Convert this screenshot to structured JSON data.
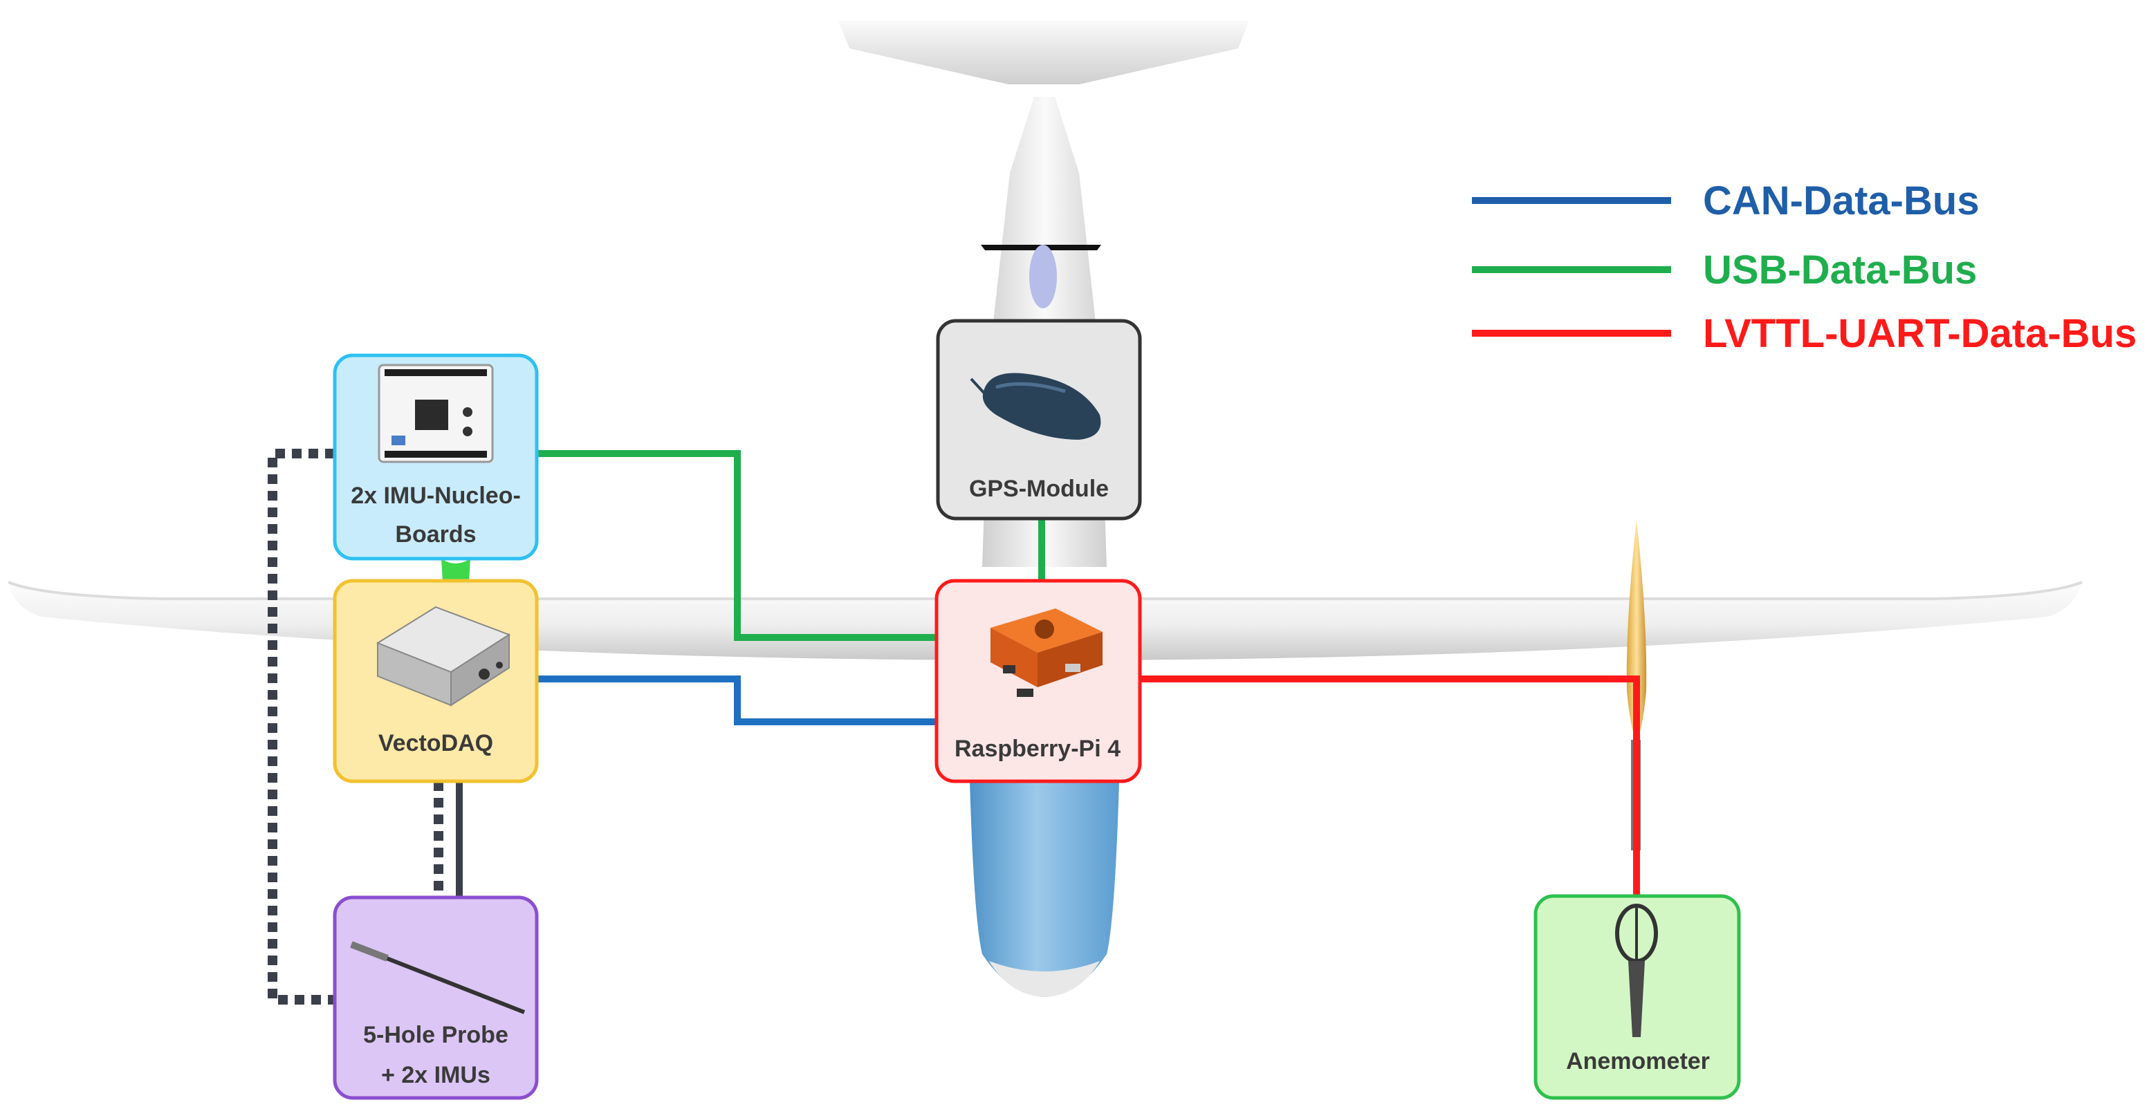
{
  "legend": [
    {
      "label": "CAN-Data-Bus",
      "color": "#1f5ea8"
    },
    {
      "label": "USB-Data-Bus",
      "color": "#1fae4e"
    },
    {
      "label": "LVTTL-UART-Data-Bus",
      "color": "#ff1a1a"
    }
  ],
  "nodes": {
    "imu": {
      "line1": "2x IMU-Nucleo-",
      "line2": "Boards",
      "fill": "#c8ecfb",
      "stroke": "#2ec0f2",
      "icon": "circuit-board-icon"
    },
    "vectodaq": {
      "line1": "VectoDAQ",
      "fill": "#fde9a8",
      "stroke": "#f2c12e",
      "icon": "daq-box-icon"
    },
    "probe": {
      "line1": "5-Hole Probe",
      "line2": "+ 2x IMUs",
      "fill": "#dcc6f5",
      "stroke": "#8a4fd0",
      "icon": "probe-rod-icon"
    },
    "gps": {
      "line1": "GPS-Module",
      "fill": "#e6e6e6",
      "stroke": "#333333",
      "icon": "gps-mouse-icon"
    },
    "rpi": {
      "line1": "Raspberry-Pi 4",
      "fill": "#fde6e6",
      "stroke": "#ff1a1a",
      "icon": "raspberry-pi-case-icon"
    },
    "anemometer": {
      "line1": "Anemometer",
      "fill": "#d3f7c4",
      "stroke": "#2ec04e",
      "icon": "anemometer-icon"
    }
  },
  "colors": {
    "can": "#1f5ea8",
    "usb": "#1fae4e",
    "uart": "#ff1a1a",
    "other": "#333a42"
  }
}
